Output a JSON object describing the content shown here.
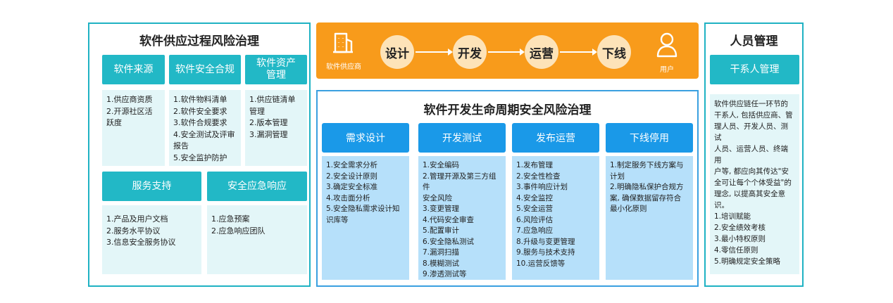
{
  "left": {
    "title": "软件供应过程风险治理",
    "heads": [
      "软件来源",
      "软件安全合规",
      "软件资产\n管理",
      "服务支持",
      "安全应急响应"
    ],
    "lists": [
      [
        "1.供应商资质",
        "2.开源社区活\n跃度"
      ],
      [
        "1.软件物料清单",
        "2.软件安全要求",
        "3.软件合规要求",
        "4.安全测试及评审\n报告",
        "5.安全监护防护"
      ],
      [
        "1.供应链清单\n管理",
        "2.版本管理",
        "3.漏洞管理"
      ],
      [
        "1.产品及用户文档",
        "2.服务水平协议",
        "3.信息安全服务协议"
      ],
      [
        "1.应急预案",
        "2.应急响应团队"
      ]
    ]
  },
  "banner": {
    "supplier_label": "软件供应商",
    "user_label": "用户",
    "stages": [
      "设计",
      "开发",
      "运营",
      "下线"
    ],
    "icons": [
      "building-icon",
      "user-icon"
    ],
    "color": "#f89b1b"
  },
  "middle": {
    "title": "软件开发生命周期安全风险治理",
    "heads": [
      "需求设计",
      "开发测试",
      "发布运营",
      "下线停用"
    ],
    "lists": [
      [
        "1.安全需求分析",
        "2.安全设计原则",
        "3.确定安全标准",
        "4.攻击面分析",
        "5.安全隐私需求设计知\n识库等"
      ],
      [
        "1.安全编码",
        "2.管理开源及第三方组件\n安全风险",
        "3.变更管理",
        "4.代码安全审查",
        "5.配置审计",
        "6.安全隐私测试",
        "7.漏洞扫描",
        "8.模糊测试",
        "9.渗透测试等"
      ],
      [
        "1.发布管理",
        "2.安全性检查",
        "3.事件响应计划",
        "4.安全监控",
        "5.安全运营",
        "6.风险评估",
        "7.应急响应",
        "8.升级与变更管理",
        "9.服务与技术支持",
        "10.运营反馈等"
      ],
      [
        "1.制定服务下线方案与\n计划",
        "2.明确隐私保护合规方\n案, 确保数据留存符合\n最小化原则"
      ]
    ]
  },
  "right": {
    "title": "人员管理",
    "head": "干系人管理",
    "intro": "软件供应链任一环节的\n干系人, 包括供应商、管\n理人员、开发人员、测试\n人员、运营人员、终端用\n户等, 都应向其传达\"安\n全可让每个个体受益\"的\n理念, 以提高其安全意识。",
    "items": [
      "1.培训赋能",
      "2.安全绩效考核",
      "3.最小特权原则",
      "4.零信任原则",
      "5.明确规定安全策略"
    ]
  },
  "colors": {
    "teal": "#22b8c6",
    "blue": "#1a99e8",
    "orange": "#f89b1b"
  }
}
